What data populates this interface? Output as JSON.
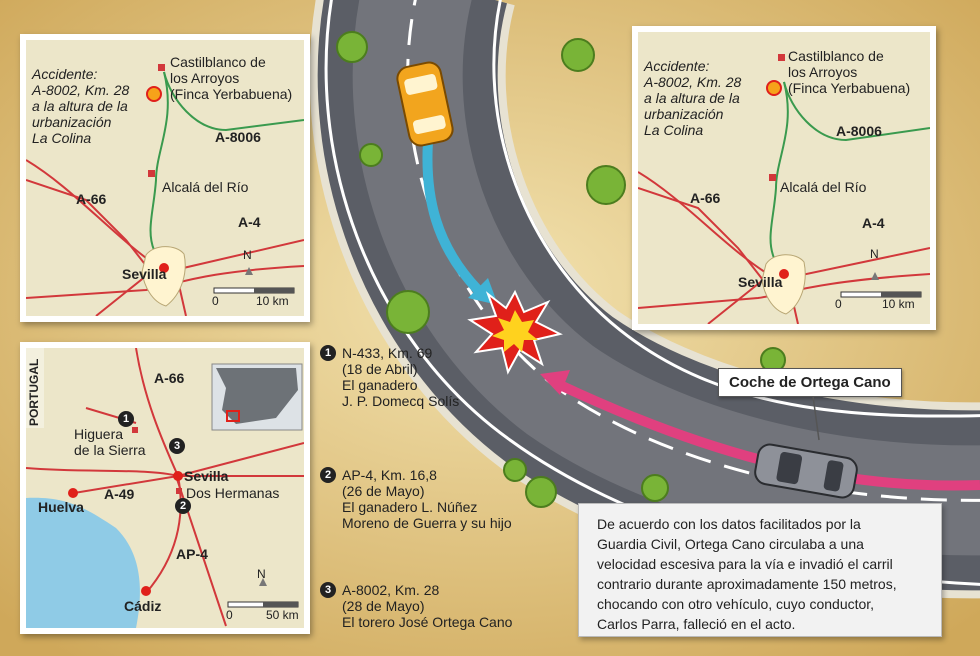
{
  "map_top_left": {
    "accident_lines": [
      "Accidente:",
      "A-8002, Km. 28",
      "a la altura de la",
      "urbanización",
      "La Colina"
    ],
    "castilblanco_lines": [
      "Castilblanco de",
      "los Arroyos",
      "(Finca Yerbabuena)"
    ],
    "roads": {
      "a8006": "A-8006",
      "a66": "A-66",
      "a4": "A-4"
    },
    "alcala": "Alcalá del Río",
    "sevilla": "Sevilla",
    "north": "N",
    "scale": {
      "zero": "0",
      "max": "10 km"
    }
  },
  "map_top_right": {
    "accident_lines": [
      "Accidente:",
      "A-8002, Km. 28",
      "a la altura de la",
      "urbanización",
      "La Colina"
    ],
    "castilblanco_lines": [
      "Castilblanco de",
      "los Arroyos",
      "(Finca Yerbabuena)"
    ],
    "roads": {
      "a8006": "A-8006",
      "a66": "A-66",
      "a4": "A-4"
    },
    "alcala": "Alcalá del Río",
    "sevilla": "Sevilla",
    "north": "N",
    "scale": {
      "zero": "0",
      "max": "10 km"
    }
  },
  "map_bottom": {
    "portugal": "PORTUGAL",
    "a66": "A-66",
    "a49": "A-49",
    "ap4": "AP-4",
    "higuera_lines": [
      "Higuera",
      "de la Sierra"
    ],
    "sevilla": "Sevilla",
    "dos_hermanas": "Dos Hermanas",
    "huelva": "Huelva",
    "cadiz": "Cádiz",
    "markers": {
      "one": "1",
      "two": "2",
      "three": "3"
    },
    "north": "N",
    "scale": {
      "zero": "0",
      "max": "50 km"
    }
  },
  "events": [
    {
      "num": "1",
      "lines": [
        "N-433, Km. 69",
        "(18 de Abril)",
        "El ganadero",
        "J. P. Domecq Solís"
      ]
    },
    {
      "num": "2",
      "lines": [
        "AP-4, Km. 16,8",
        "(26 de Mayo)",
        "El ganadero L. Núñez",
        "Moreno de Guerra y su hijo"
      ]
    },
    {
      "num": "3",
      "lines": [
        "A-8002, Km. 28",
        "(28 de Mayo)",
        "El torero José Ortega Cano"
      ]
    }
  ],
  "car_label": "Coche de Ortega Cano",
  "description_lines": [
    "De acuerdo con los datos facilitados por la",
    "Guardia Civil, Ortega Cano circulaba a una",
    "velocidad escesiva para la vía e invadió el carril",
    "contrario durante aproximadamente 150 metros,",
    "chocando con otro vehículo, cuyo conductor,",
    "Carlos Parra, falleció en el acto."
  ],
  "colors": {
    "background": "#d9b96a",
    "road": "#3a3d44",
    "lane_line": "#ffffff",
    "blue_arrow": "#3fb3d6",
    "pink_arrow": "#e0407f",
    "yellow_car": "#f2a51e",
    "crash_red": "#e0201a",
    "map_land": "#ece6c9",
    "map_road": "#d2383b",
    "map_green_road": "#3a9a4e"
  }
}
